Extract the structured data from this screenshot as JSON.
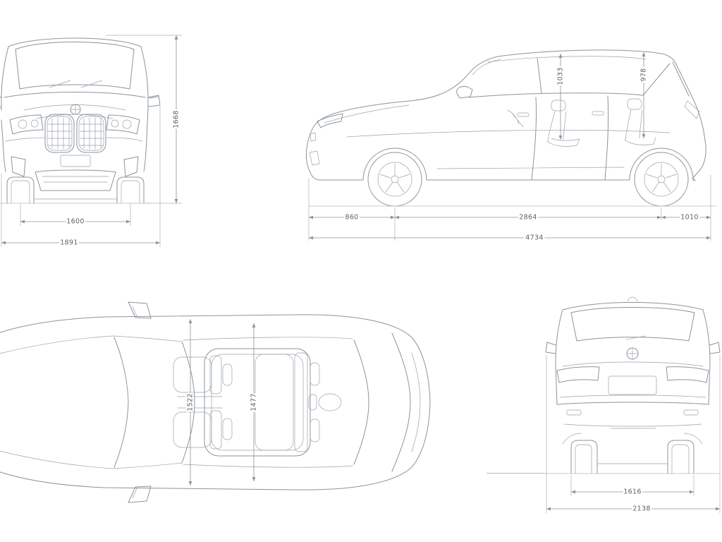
{
  "diagram": {
    "front_view": {
      "height": "1668",
      "track_width": "1600",
      "overall_width_mirrors": "1891"
    },
    "side_view": {
      "front_headroom": "1033",
      "rear_headroom": "978",
      "front_overhang": "860",
      "wheelbase": "2864",
      "rear_overhang": "1010",
      "overall_length": "4734"
    },
    "top_view": {
      "front_shoulder_room": "1522",
      "rear_shoulder_room": "1477"
    },
    "rear_view": {
      "rear_track": "1616",
      "overall_width": "2138"
    }
  },
  "colors": {
    "background": "#ffffff",
    "car_line": "#8b949d",
    "dimension_line": "#8b949d",
    "extension_line": "#aab2ba",
    "label_text": "#5a646e"
  }
}
